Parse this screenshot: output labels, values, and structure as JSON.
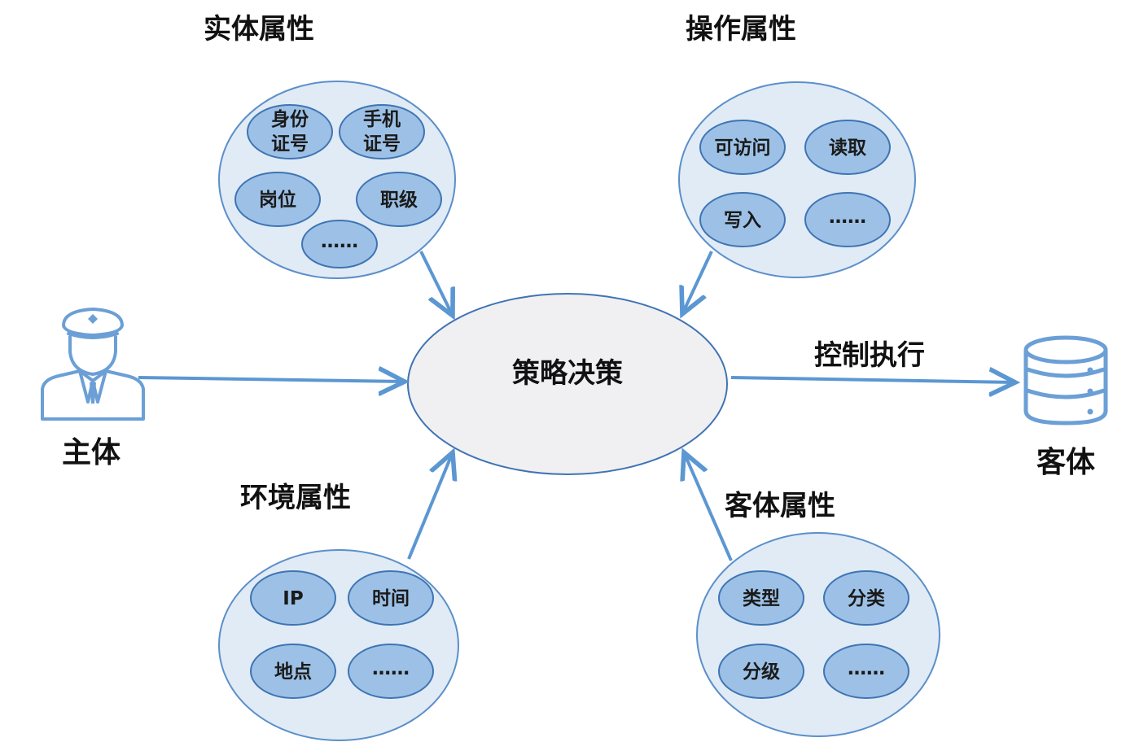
{
  "center": {
    "label": "策略决策"
  },
  "subject": {
    "label": "主体",
    "icon": "officer-icon"
  },
  "object": {
    "label": "客体",
    "icon": "database-icon"
  },
  "edge_control": {
    "label": "控制执行"
  },
  "groups": {
    "entity": {
      "title": "实体属性",
      "items": [
        {
          "line1": "身份",
          "line2": "证号"
        },
        {
          "line1": "手机",
          "line2": "证号"
        },
        {
          "line1": "岗位"
        },
        {
          "line1": "职级"
        },
        {
          "line1": "……"
        }
      ]
    },
    "operation": {
      "title": "操作属性",
      "items": [
        {
          "line1": "可访问"
        },
        {
          "line1": "读取"
        },
        {
          "line1": "写入"
        },
        {
          "line1": "……"
        }
      ]
    },
    "environment": {
      "title": "环境属性",
      "items": [
        {
          "line1": "IP"
        },
        {
          "line1": "时间"
        },
        {
          "line1": "地点"
        },
        {
          "line1": "……"
        }
      ]
    },
    "objattr": {
      "title": "客体属性",
      "items": [
        {
          "line1": "类型"
        },
        {
          "line1": "分类"
        },
        {
          "line1": "分级"
        },
        {
          "line1": "……"
        }
      ]
    }
  },
  "colors": {
    "outer_fill": "#e0ebf6",
    "inner_fill": "#9dc1e6",
    "node_stroke": "#3f74b3",
    "arrow": "#5b97d2",
    "center_fill": "#f0f0f3"
  }
}
